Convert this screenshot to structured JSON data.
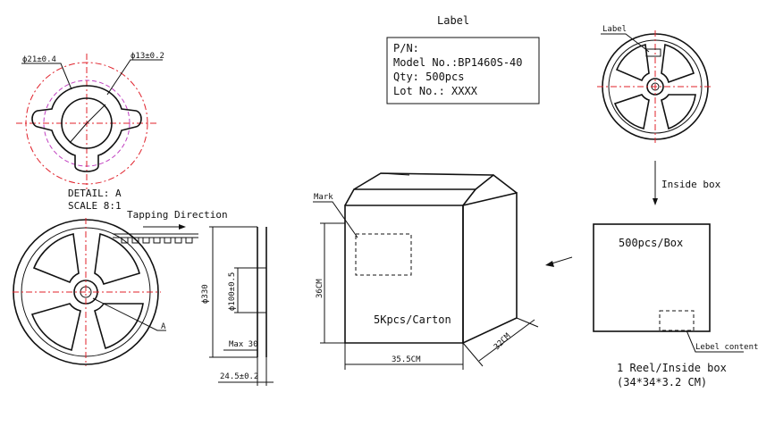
{
  "detail": {
    "dim_outer": "ϕ21±0.4",
    "dim_inner": "ϕ13±0.2",
    "title": "DETAIL: A",
    "scale": "SCALE 8:1"
  },
  "reel_front": {
    "tapping_direction": "Tapping Direction",
    "callout": "A"
  },
  "reel_side": {
    "dim_diameter": "ϕ330",
    "dim_hub": "ϕ100±0.5",
    "dim_max": "Max 30",
    "dim_width": "24.5±0.2"
  },
  "label": {
    "heading": "Label",
    "lines": [
      "P/N:",
      "Model No.:BP1460S-40",
      "Qty: 500pcs",
      "Lot No.: XXXX"
    ]
  },
  "reel_top": {
    "label_tag": "Label"
  },
  "inside_box_arrow": "Inside box",
  "inside_box": {
    "capacity": "500pcs/Box",
    "label_content": "Lebel content",
    "caption_line1": "1 Reel/Inside box",
    "caption_line2": "(34*34*3.2 CM)"
  },
  "carton": {
    "mark": "Mark",
    "capacity": "5Kpcs/Carton",
    "dim_height": "36CM",
    "dim_width": "35.5CM",
    "dim_depth": "32CM"
  },
  "colors": {
    "line": "#111111",
    "centerline": "#e0202a",
    "construction": "#c040c0"
  }
}
